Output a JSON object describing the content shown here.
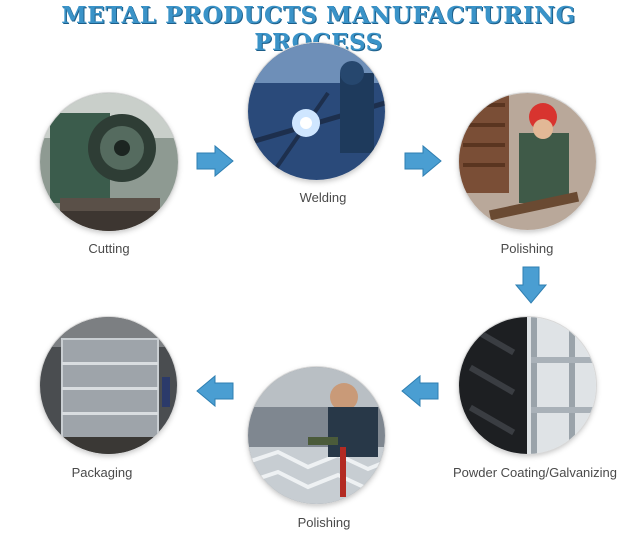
{
  "title": "METAL PRODUCTS MANUFACTURING PROCESS",
  "steps": [
    {
      "label": "Cutting"
    },
    {
      "label": "Welding"
    },
    {
      "label": "Polishing"
    },
    {
      "label": "Powder Coating/Galvanizing"
    },
    {
      "label": "Polishing"
    },
    {
      "label": "Packaging"
    }
  ],
  "colors": {
    "title": "#3a93c8",
    "arrow": "#4a9ed2",
    "label": "#4a4a4a"
  },
  "icons": {
    "arrow": "arrow-icon"
  }
}
